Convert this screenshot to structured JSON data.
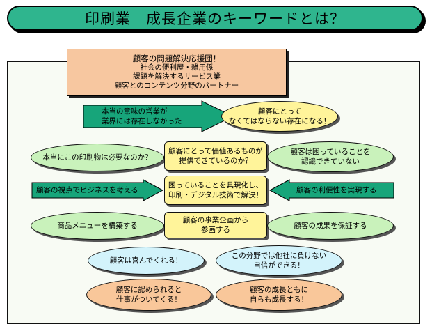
{
  "title": "印刷業　成長企業のキーワードとは？",
  "mission": {
    "line1": "顧客の問題解決応援団！",
    "line2": "社会の便利屋・雑用係",
    "line3": "課題を解決するサービス業",
    "line4": "顧客とのコンテンツ分野のパートナー"
  },
  "arrow_top": {
    "line1": "本当の意味の営業が",
    "line2": "業界には存在しなかった"
  },
  "top_ellipse": {
    "line1": "顧客にとって",
    "line2": "なくてはならない存在になる！"
  },
  "row1": {
    "left": "本当にこの印刷物は必要なのか？",
    "center_line1": "顧客にとって価値あるものが",
    "center_line2": "提供できているのか？",
    "right_line1": "顧客は困っていることを",
    "right_line2": "認識できていない"
  },
  "row2": {
    "left_arrow": "顧客の視点でビジネスを考える",
    "center_line1": "困っていることを具現化し、",
    "center_line2": "印刷・デジタル技術で解決！",
    "right_arrow": "顧客の利便性を実現する"
  },
  "row3": {
    "left": "商品メニューを構築する",
    "center_line1": "顧客の事業企画から",
    "center_line2": "参画する",
    "right": "顧客の成果を保証する"
  },
  "row4": {
    "left": "顧客は喜んでくれる！",
    "right_line1": "この分野では他社に負けない",
    "right_line2": "自信ができる！"
  },
  "row5": {
    "left_line1": "顧客に認められると",
    "left_line2": "仕事がついてくる！",
    "right_line1": "顧客の成長ともに",
    "right_line2": "自らも成長する！"
  },
  "colors": {
    "title_bg": "#2fb58e",
    "arrow_fill": "#17a57a",
    "mission_bg": "#f7c7a0",
    "ellipse_green": "#c9f2bb",
    "ellipse_yellow": "#fff49a",
    "ellipse_blue": "#d3f3fb",
    "ellipse_peach": "#f9c79a"
  }
}
